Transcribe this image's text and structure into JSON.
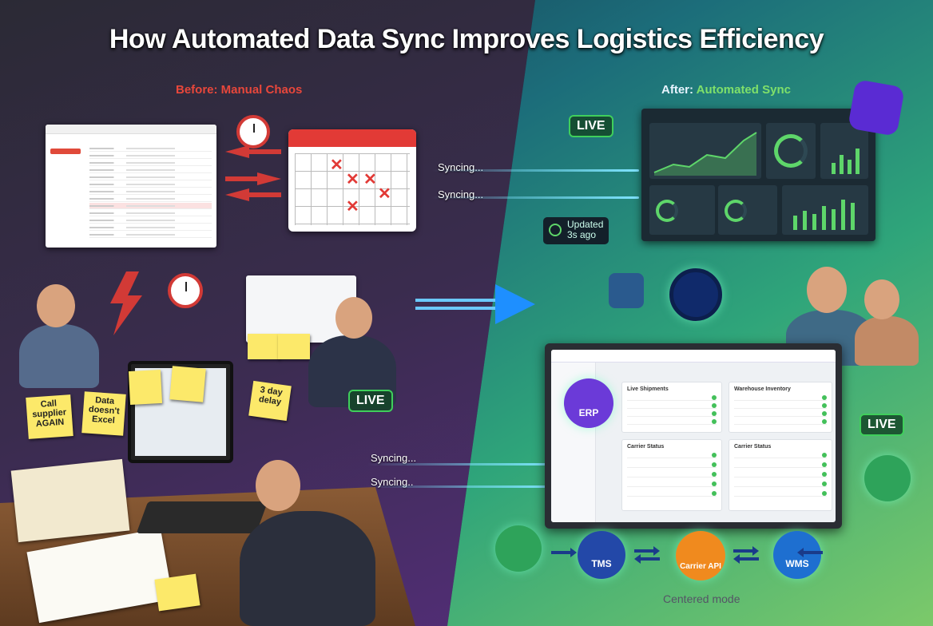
{
  "title": "How Automated Data Sync Improves Logistics Efficiency",
  "before_label": "Before: Manual Chaos",
  "after_label_prefix": "After: ",
  "after_label_accent": "Automated Sync",
  "syncing_labels": [
    "Syncing...",
    "Syncing...",
    "Syncing...",
    "Syncing.."
  ],
  "live_badges": [
    "LIVE",
    "LIVE",
    "LIVE"
  ],
  "updated_text_line1": "Updated",
  "updated_text_line2": "3s ago",
  "sticky_notes": {
    "call_supplier": "Call supplier AGAIN",
    "data_excel": "Data doesn't Excel",
    "delay": "3 day delay"
  },
  "nodes": {
    "erp": "ERP",
    "tms": "TMS",
    "carrier_api": "Carrier API",
    "wms": "WMS"
  },
  "app_cards": {
    "live_shipments": "Live Shipments",
    "warehouse_inventory": "Warehouse Inventory",
    "carrier_status_left": "Carrier Status",
    "carrier_status_right": "Carrier Status"
  },
  "footer": "Centered mode",
  "colors": {
    "before_red": "#e8473b",
    "after_green": "#7fe06a",
    "live_green": "#3fcf5b",
    "erp_purple": "#6b3ad8",
    "carrier_orange": "#f08a1e"
  }
}
